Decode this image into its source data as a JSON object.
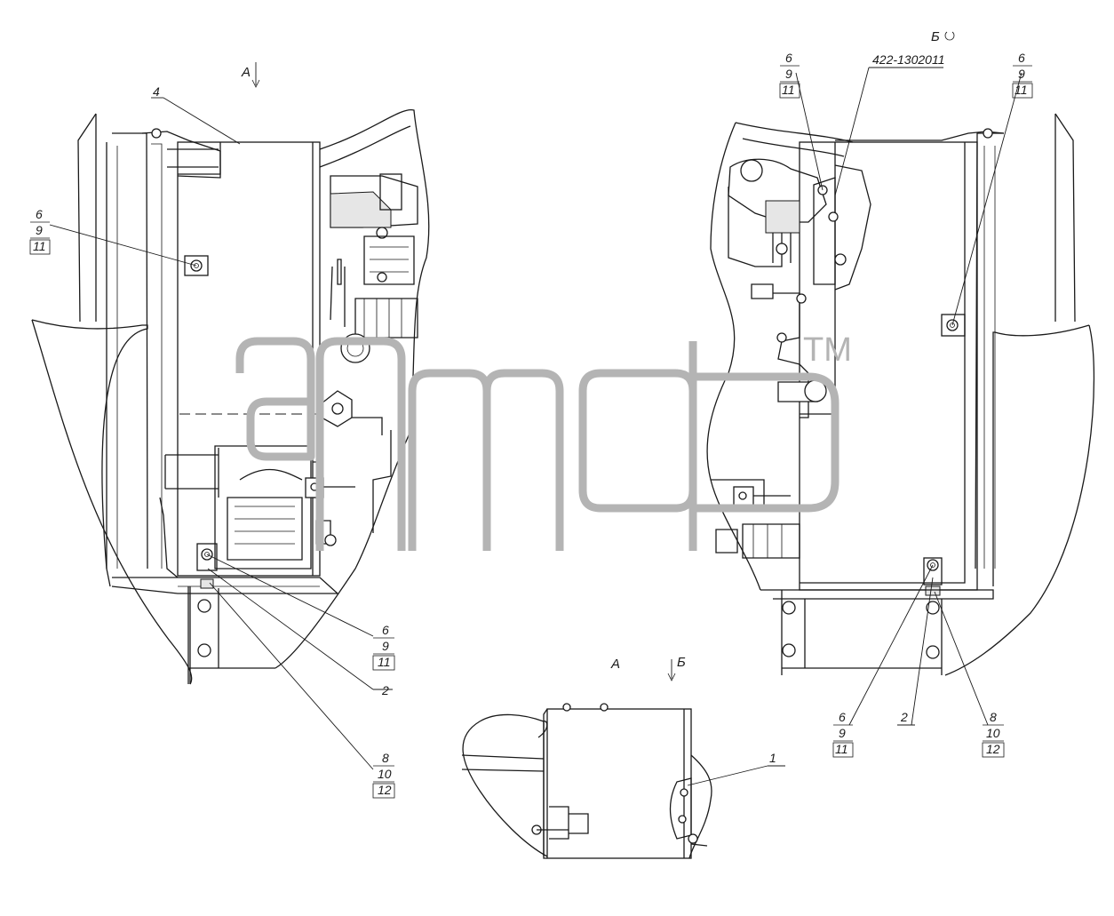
{
  "view_labels": {
    "a_top": "А",
    "b_top": "Б",
    "a_bottom": "А",
    "b_bottom": "Б"
  },
  "part_number": "422-1302011",
  "callouts": {
    "left_upper": [
      "6",
      "9",
      "11"
    ],
    "left_lower_a": [
      "6",
      "9",
      "11"
    ],
    "left_lower_b": [
      "8",
      "10",
      "12"
    ],
    "left_item_4": "4",
    "left_item_2": "2",
    "right_upper_a": [
      "6",
      "9",
      "11"
    ],
    "right_upper_b": [
      "6",
      "9",
      "11"
    ],
    "right_lower_a": [
      "6",
      "9",
      "11"
    ],
    "right_lower_b": [
      "8",
      "10",
      "12"
    ],
    "right_item_2": "2",
    "bottom_item_1": "1"
  },
  "watermark": {
    "tm": "TM"
  }
}
